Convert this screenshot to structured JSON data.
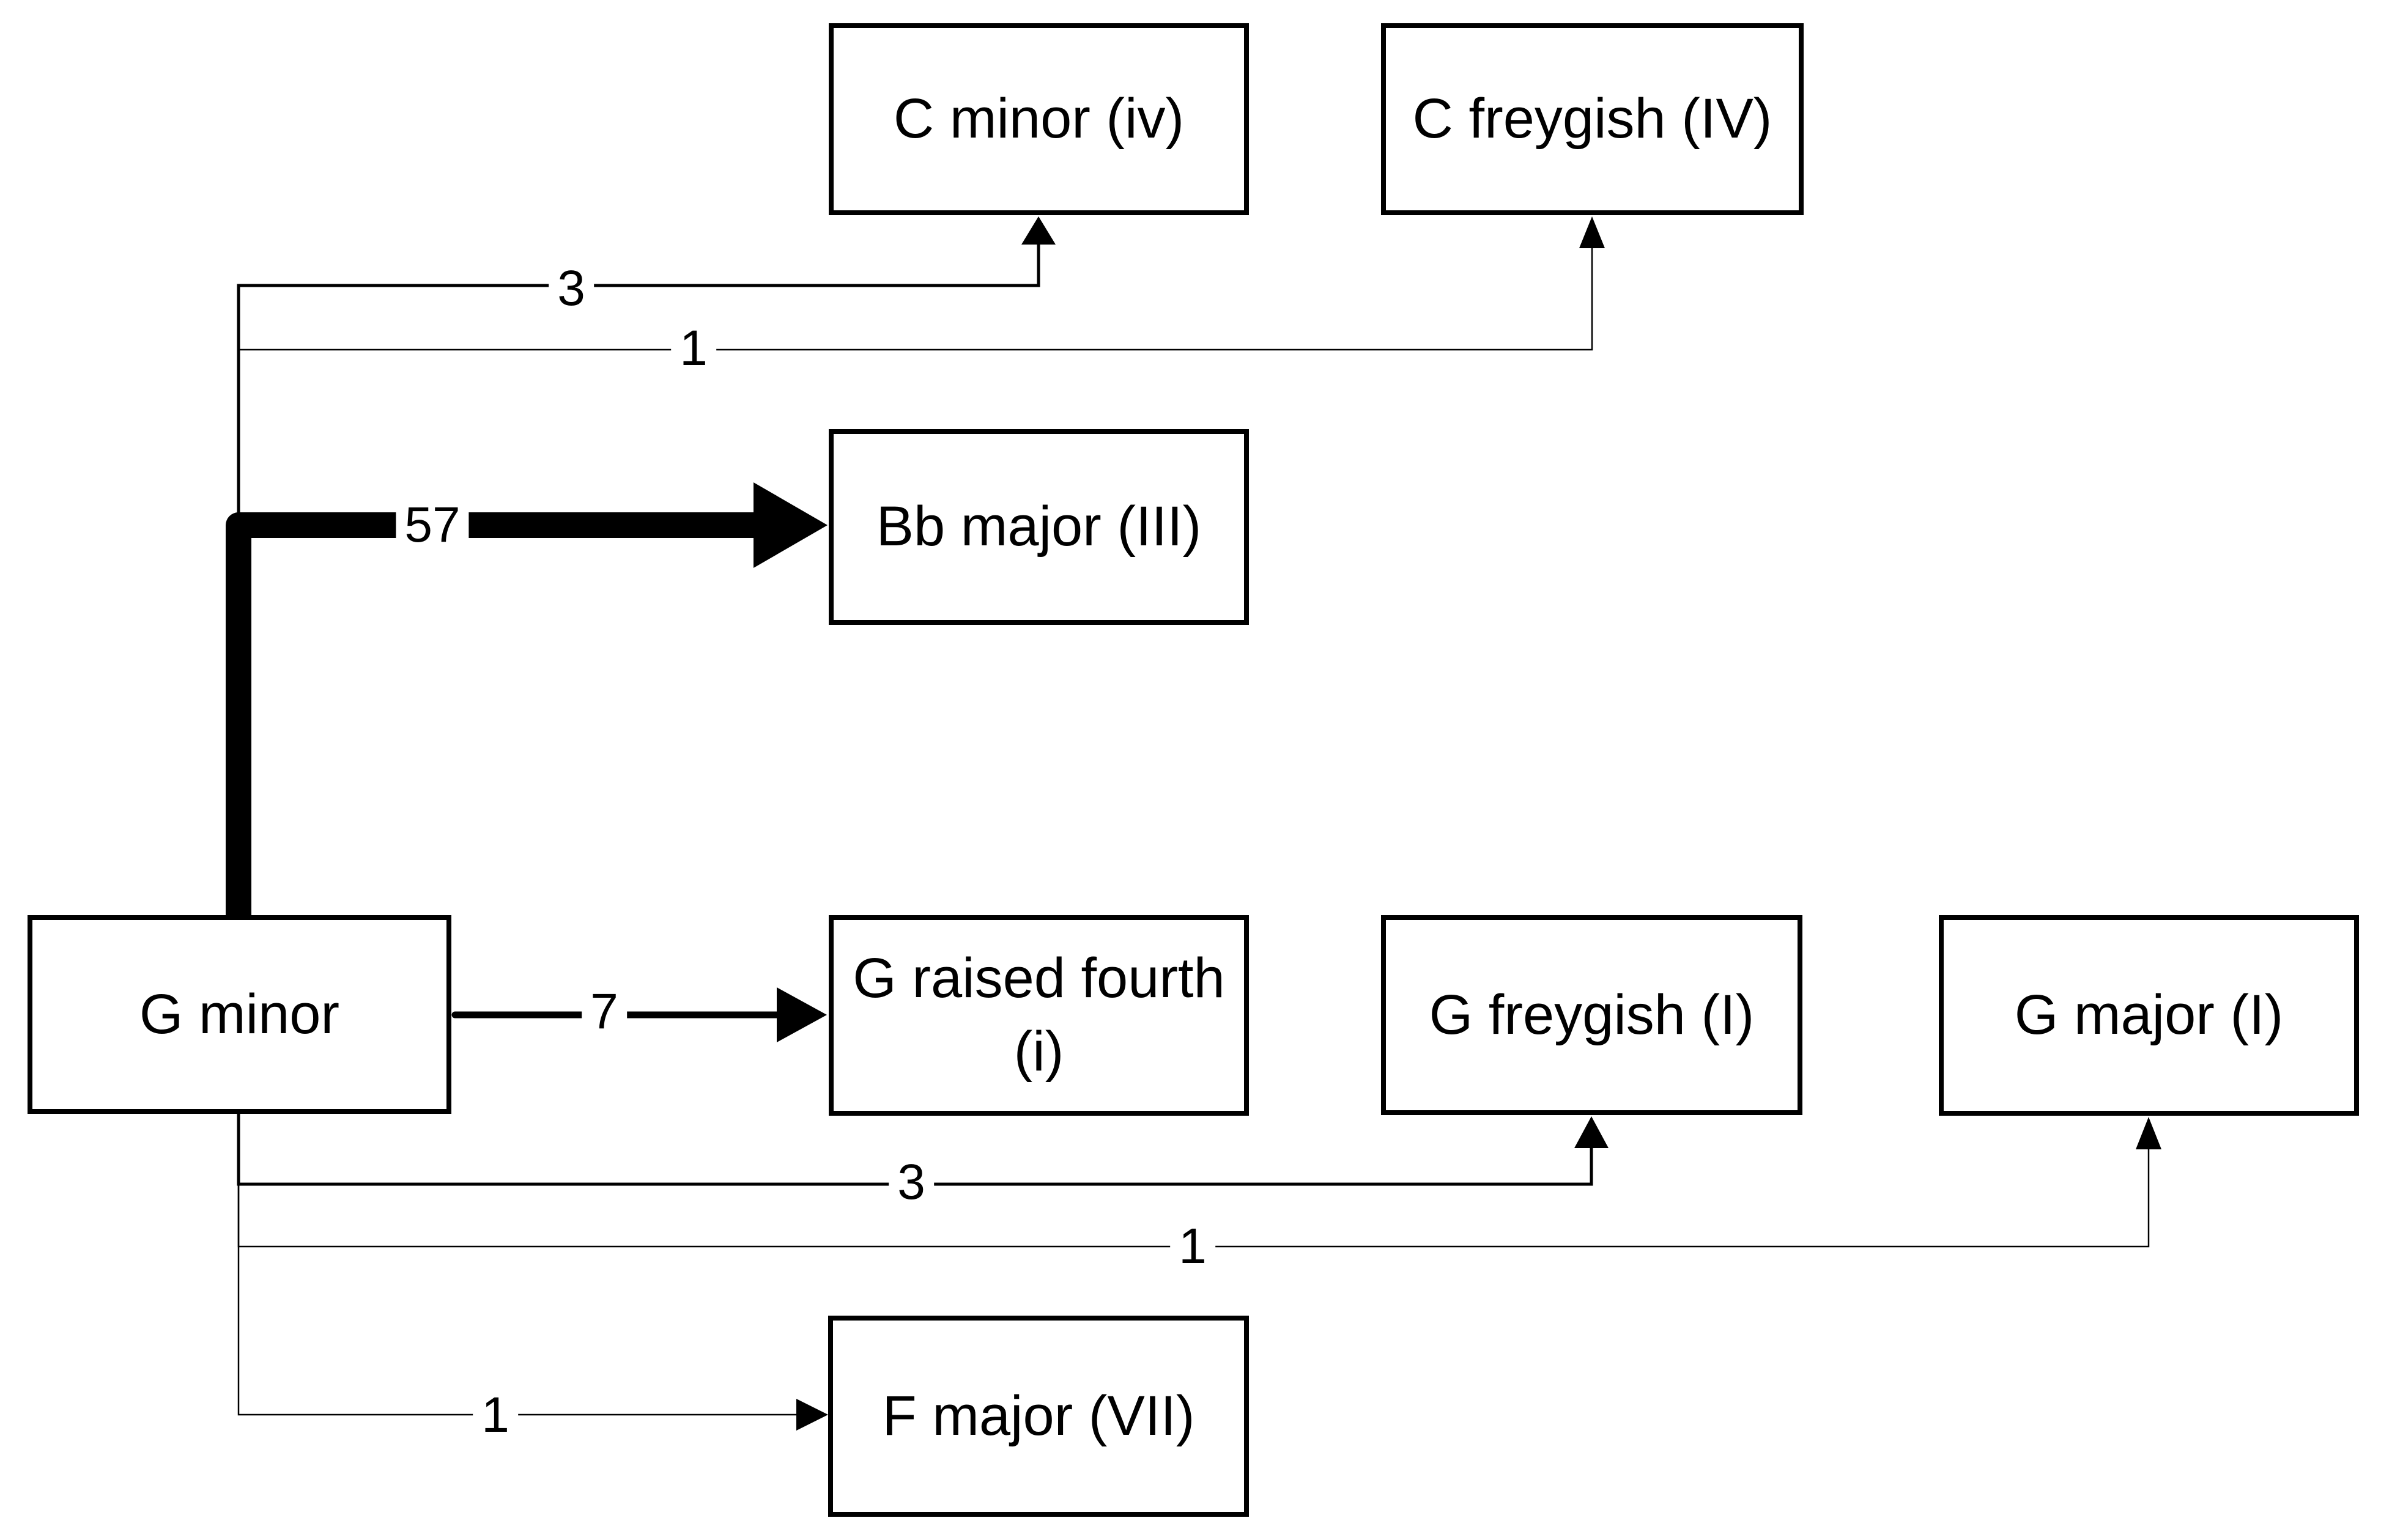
{
  "diagram": {
    "description": "key modulation graph",
    "colors": {
      "line": "#000000",
      "background": "#ffffff",
      "text": "#000000"
    },
    "nodes": [
      {
        "id": "g-minor",
        "label": "G minor"
      },
      {
        "id": "c-minor",
        "label": "C minor (iv)"
      },
      {
        "id": "c-freygish",
        "label": "C freygish (IV)"
      },
      {
        "id": "bb-major",
        "label": "Bb major (III)"
      },
      {
        "id": "g-raised-fourth",
        "label": "G raised fourth\n(i)"
      },
      {
        "id": "g-freygish",
        "label": "G freygish (I)"
      },
      {
        "id": "g-major",
        "label": "G major (I)"
      },
      {
        "id": "f-major",
        "label": "F major (VII)"
      }
    ],
    "edges": [
      {
        "from": "G minor",
        "to": "C minor (iv)",
        "count": "3"
      },
      {
        "from": "G minor",
        "to": "C freygish (IV)",
        "count": "1"
      },
      {
        "from": "G minor",
        "to": "Bb major (III)",
        "count": "57"
      },
      {
        "from": "G minor",
        "to": "G raised fourth (i)",
        "count": "7"
      },
      {
        "from": "G minor",
        "to": "G freygish (I)",
        "count": "3"
      },
      {
        "from": "G minor",
        "to": "G major (I)",
        "count": "1"
      },
      {
        "from": "G minor",
        "to": "F major (VII)",
        "count": "1"
      }
    ]
  }
}
